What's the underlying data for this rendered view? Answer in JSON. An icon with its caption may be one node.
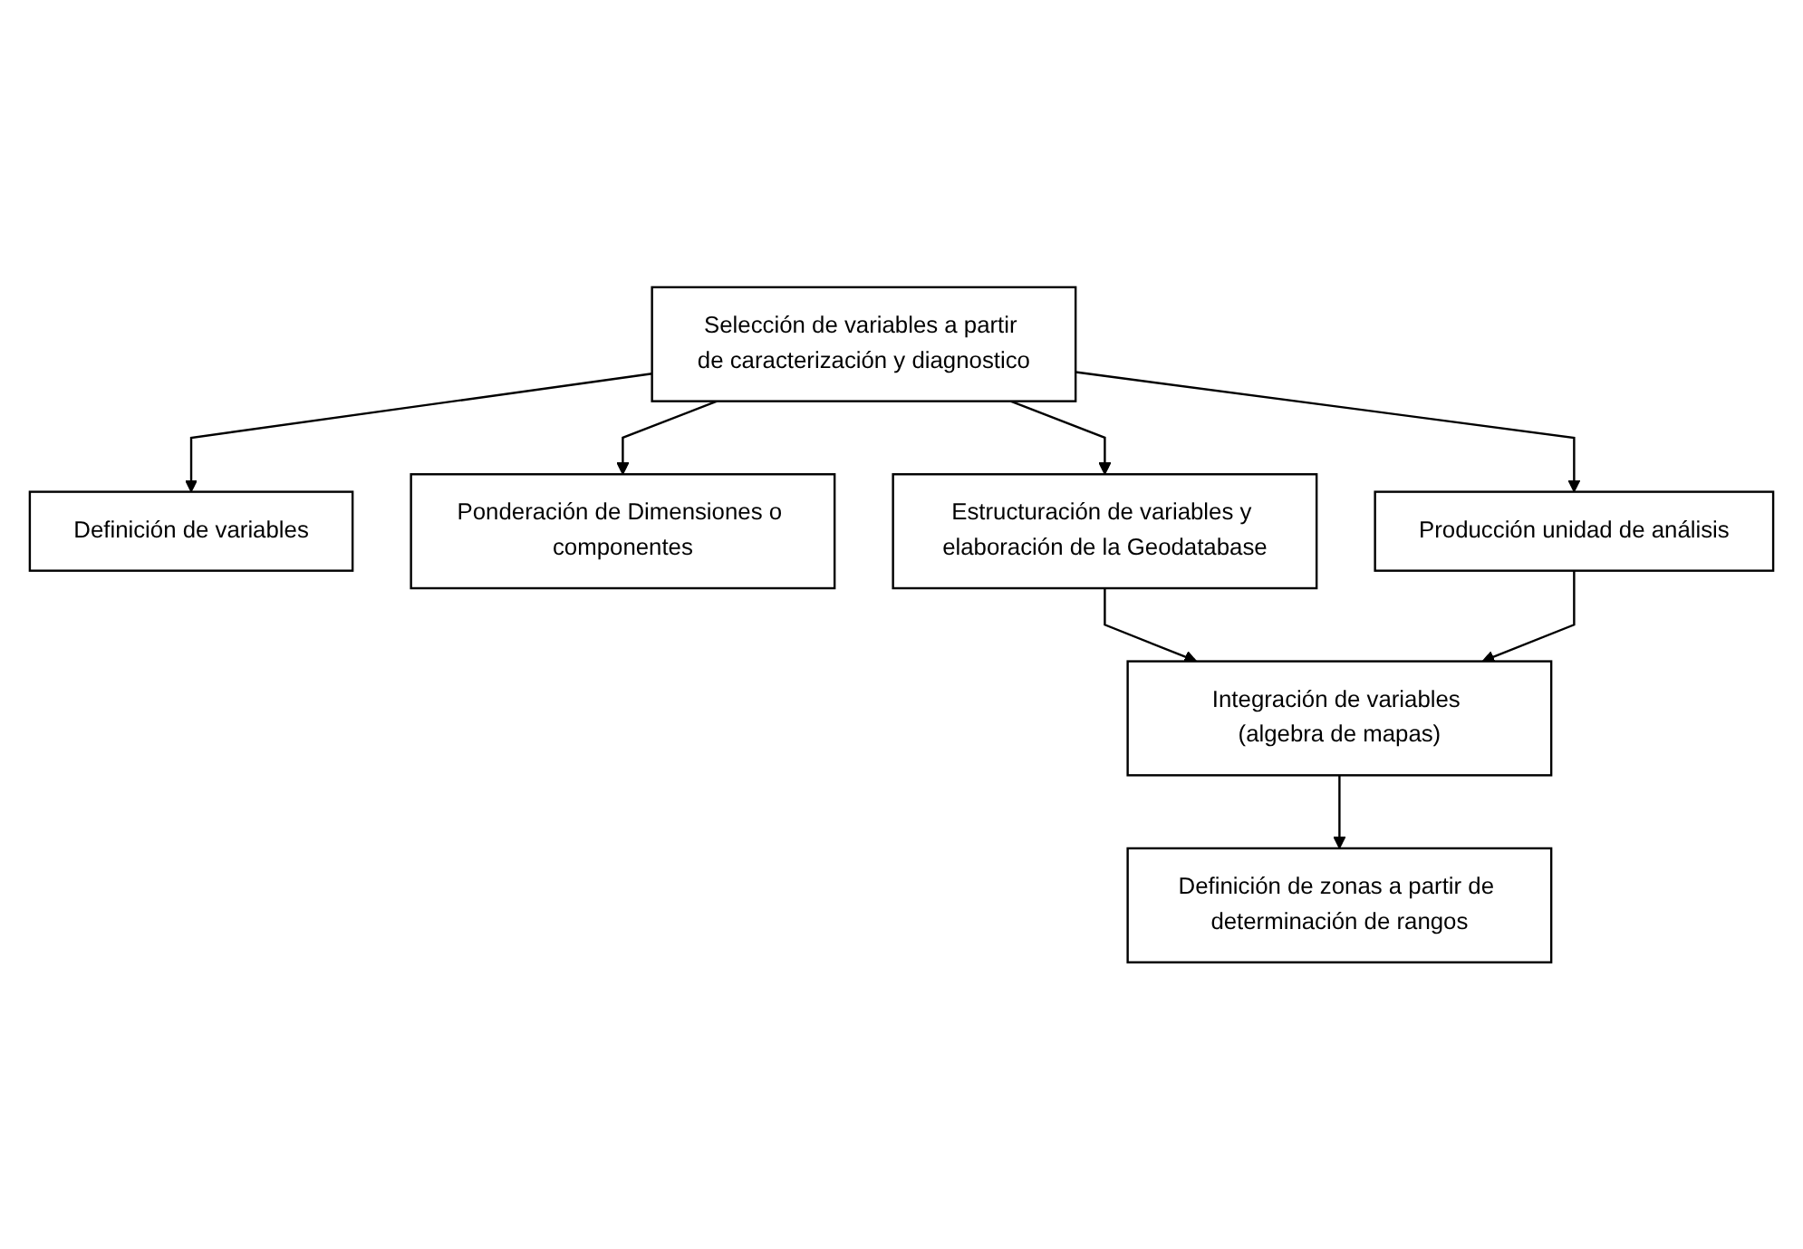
{
  "diagram": {
    "nodes": [
      {
        "text": [
          "Selección de variables a partir de caracterización y diagnostico"
        ]
      },
      {
        "text": [
          "Definición de variables"
        ]
      },
      {
        "text": [
          "Ponderación de Dimensiones o componentes"
        ]
      },
      {
        "text": [
          "Estructuración de variables y elaboración de la Geodatabase"
        ]
      },
      {
        "text": [
          "Producción unidad de análisis"
        ]
      },
      {
        "text": [
          "Integración de variables (algebra de mapas)"
        ]
      },
      {
        "text": [
          "Definición de zonas a partir de determinación de rangos"
        ]
      }
    ],
    "edges": [
      {
        "from": 0,
        "to": 1,
        "arrow": "to"
      },
      {
        "from": 0,
        "to": 2,
        "arrow": "to"
      },
      {
        "from": 0,
        "to": 3,
        "arrow": "to"
      },
      {
        "from": 0,
        "to": 4,
        "arrow": "to"
      },
      {
        "from": 3,
        "to": 5,
        "arrow": "to"
      },
      {
        "from": 4,
        "to": 5,
        "arrow": "to"
      },
      {
        "from": 5,
        "to": 6,
        "arrow": "to"
      }
    ]
  }
}
